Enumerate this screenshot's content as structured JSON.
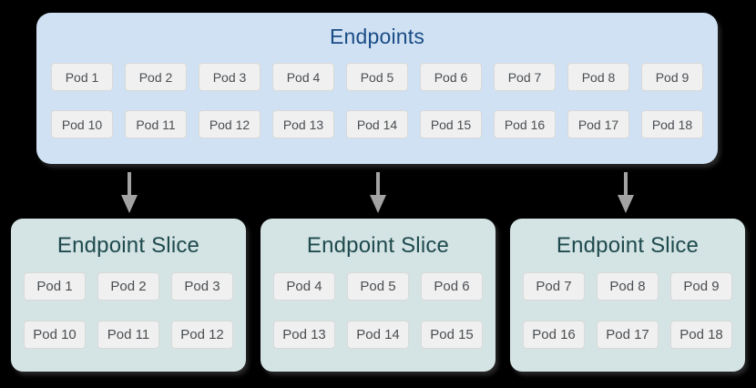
{
  "colors": {
    "background": "#000000",
    "endpoints_box": "#cfe1f3",
    "endpoints_title": "#1a4c85",
    "slice_box": "#d4e3e4",
    "slice_title": "#1e4a4d",
    "pod_bg": "#f0f0f0",
    "pod_border": "#d9d9d9",
    "pod_text": "#4a4e52",
    "arrow": "#a3a3a3"
  },
  "icons": {
    "arrow_down": "css-triangle-down"
  },
  "endpoints": {
    "title": "Endpoints",
    "pods": [
      "Pod 1",
      "Pod 2",
      "Pod 3",
      "Pod 4",
      "Pod 5",
      "Pod 6",
      "Pod 7",
      "Pod 8",
      "Pod 9",
      "Pod 10",
      "Pod 11",
      "Pod 12",
      "Pod 13",
      "Pod 14",
      "Pod 15",
      "Pod 16",
      "Pod 17",
      "Pod 18"
    ]
  },
  "slices": [
    {
      "title": "Endpoint Slice",
      "pods": [
        "Pod 1",
        "Pod 2",
        "Pod 3",
        "Pod 10",
        "Pod 11",
        "Pod 12"
      ]
    },
    {
      "title": "Endpoint Slice",
      "pods": [
        "Pod 4",
        "Pod 5",
        "Pod 6",
        "Pod 13",
        "Pod 14",
        "Pod 15"
      ]
    },
    {
      "title": "Endpoint Slice",
      "pods": [
        "Pod 7",
        "Pod 8",
        "Pod 9",
        "Pod 16",
        "Pod 17",
        "Pod 18"
      ]
    }
  ]
}
